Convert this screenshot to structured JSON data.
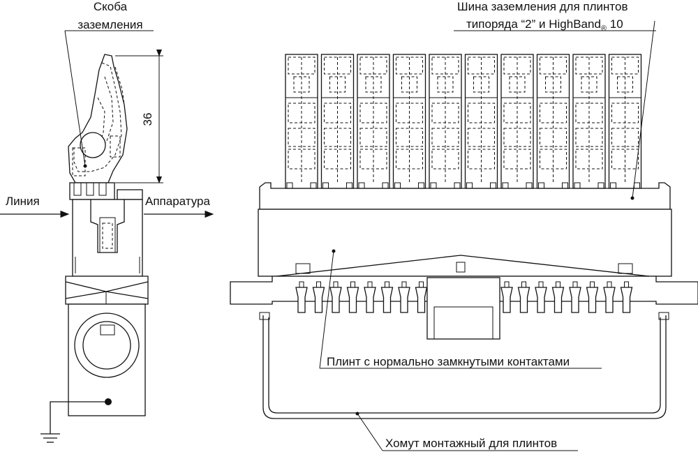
{
  "labels": {
    "ground_bracket_line1": "Скоба",
    "ground_bracket_line2": "заземления",
    "ground_bus_line1": "Шина заземления для плинтов",
    "ground_bus_line2": "типоряда “2” и HighBand",
    "ground_bus_reg": "®",
    "ground_bus_num": " 10",
    "line": "Линия",
    "equipment": "Аппаратура",
    "dimension": "36",
    "block": "Плинт с нормально замкнутыми контактами",
    "clamp": "Хомут монтажный для плинтов"
  }
}
